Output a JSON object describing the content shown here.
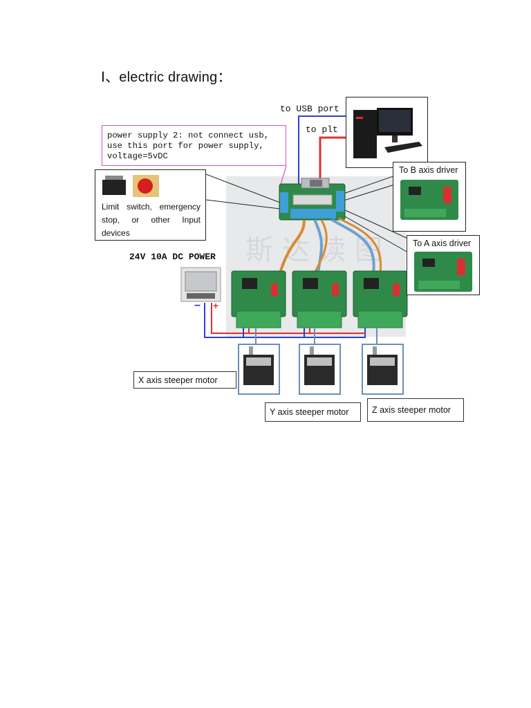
{
  "heading": "Ⅰ、electric drawing：",
  "labels": {
    "usb": "to USB port",
    "plt": "to plt",
    "power_note": "power supply 2: not connect usb,\nuse this port for power supply,\nvoltage=5vDC",
    "limit_switch": "Limit switch, emergency stop, or other Input devices",
    "power_supply": "24V 10A DC POWER",
    "b_driver": "To B axis driver",
    "a_driver": "To A axis driver",
    "x_motor": "X axis steeper motor",
    "y_motor": "Y axis steeper motor",
    "z_motor": "Z axis steeper motor",
    "minus": "−",
    "plus": "+"
  },
  "colors": {
    "wire_blue": "#2f3fd0",
    "wire_red": "#e03030",
    "note_border": "#d050d0",
    "motor_frame": "#6a8fb6",
    "pcb_green": "#2f8a4a",
    "terminal_green": "#3fa85a"
  },
  "icons": [
    "computer-icon",
    "limit-switch-icon",
    "emergency-stop-icon",
    "power-supply-icon",
    "stepper-motor-icon",
    "driver-board-icon",
    "breakout-board-icon"
  ]
}
